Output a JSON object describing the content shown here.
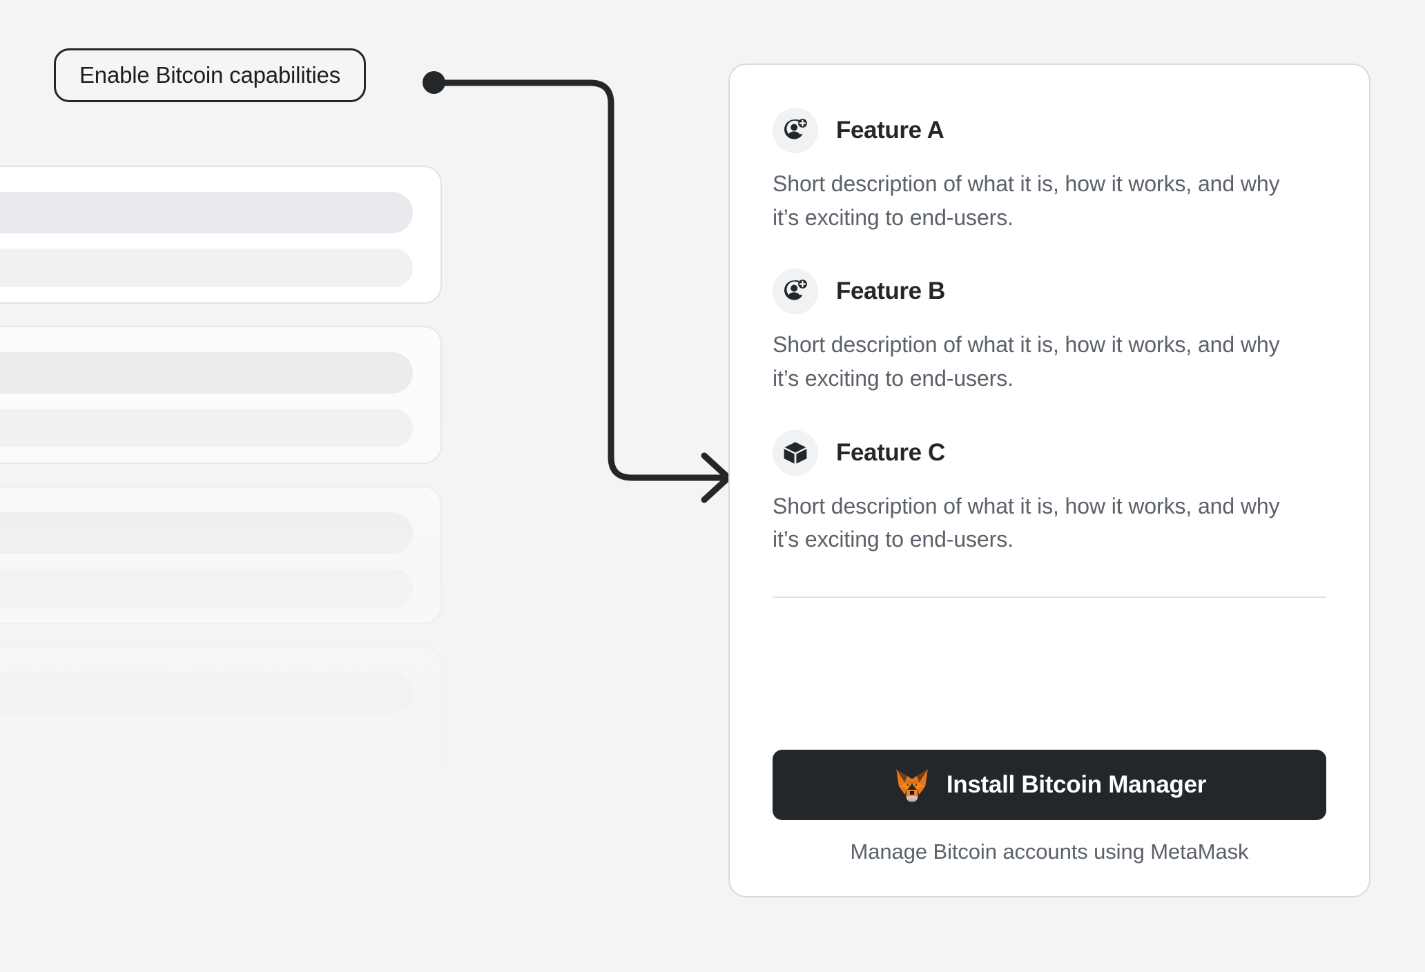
{
  "callout": {
    "label": "Enable Bitcoin capabilities",
    "dot_color": "#24272a",
    "border_color": "#24272a",
    "connector_icon": "arrow-right-icon"
  },
  "background": {
    "color": "#f4f4f4",
    "skeleton_card_count": 5,
    "skeleton_card_color": "#ffffff",
    "skeleton_bar_color": "#e9eaed"
  },
  "card": {
    "background": "#ffffff",
    "border_color": "#d6dade",
    "features": [
      {
        "icon": "account-add-icon",
        "title": "Feature A",
        "description": "Short description of what it is, how it works, and why it’s exciting to end-users."
      },
      {
        "icon": "account-add-icon",
        "title": "Feature B",
        "description": "Short description of what it is, how it works, and why it’s exciting to end-users."
      },
      {
        "icon": "cube-icon",
        "title": "Feature C",
        "description": "Short description of what it is, how it works, and why it’s exciting to end-users."
      }
    ],
    "footer": {
      "button_label": "Install Bitcoin Manager",
      "button_icon": "metamask-fox-icon",
      "button_color": "#24272a",
      "caption": "Manage Bitcoin accounts using MetaMask"
    }
  }
}
